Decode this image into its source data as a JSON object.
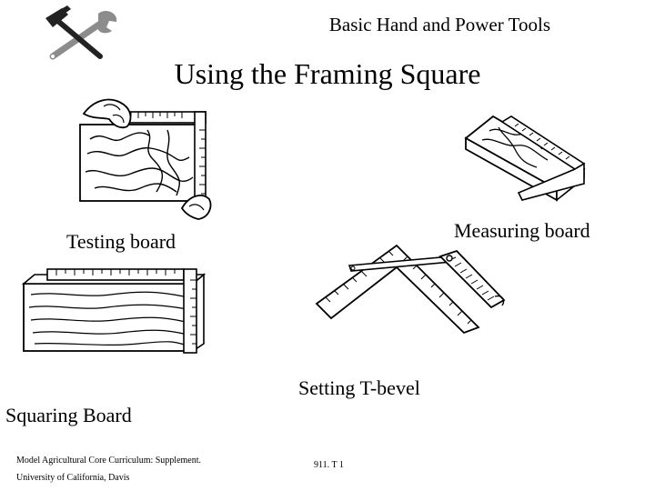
{
  "header": {
    "title": "Basic Hand and Power Tools",
    "logo_icon": "hammer-wrench-icon"
  },
  "slide": {
    "title": "Using the Framing Square"
  },
  "figures": [
    {
      "caption": "Testing board",
      "illustration": "testing-board-illustration"
    },
    {
      "caption": "Measuring board",
      "illustration": "measuring-board-illustration"
    },
    {
      "caption": "Squaring Board",
      "illustration": "squaring-board-illustration"
    },
    {
      "caption": "Setting T-bevel",
      "illustration": "setting-t-bevel-illustration"
    }
  ],
  "footer": {
    "curriculum": "Model Agricultural Core Curriculum: Supplement.",
    "university": "University of California, Davis",
    "slide_code": "911. T 1"
  },
  "colors": {
    "text": "#000000",
    "background": "#ffffff",
    "logo_handle": "#222222",
    "logo_metal": "#8c8c8c"
  }
}
